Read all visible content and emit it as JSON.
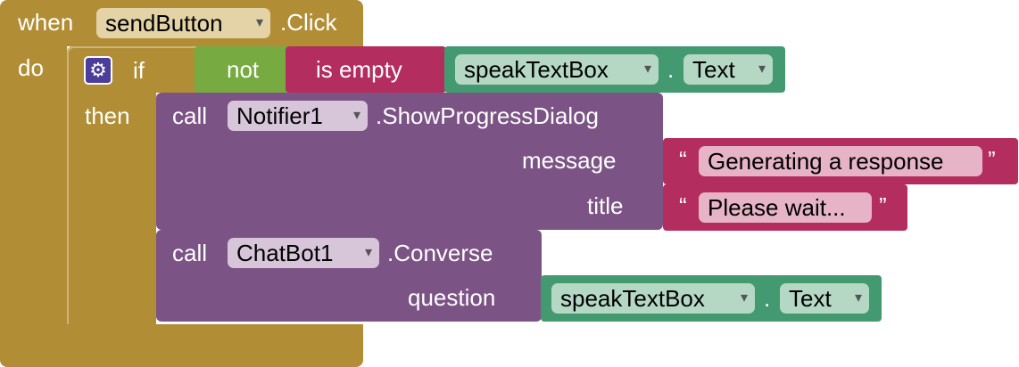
{
  "colors": {
    "event": "#b18e35",
    "control": "#b18e35",
    "logic": "#77ab41",
    "text": "#b32d5e",
    "component": "#7c5385",
    "getter": "#439970",
    "field_event": "#e3d3a6",
    "field_component": "#d7c6da",
    "field_getter": "#b5d8c5",
    "field_text": "#e6b4c6"
  },
  "event_block": {
    "when_label": "when",
    "component": "sendButton",
    "event": ".Click",
    "do_label": "do"
  },
  "if_block": {
    "icon": "gear-icon",
    "if_label": "if",
    "then_label": "then"
  },
  "condition": {
    "not_label": "not",
    "is_empty_label": "is empty",
    "component": "speakTextBox",
    "dot": ".",
    "property": "Text"
  },
  "notifier_call": {
    "call_label": "call",
    "component": "Notifier1",
    "method": ".ShowProgressDialog",
    "message_label": "message",
    "title_label": "title",
    "message_value": "Generating a response",
    "title_value": "Please wait...",
    "open_quote": "“",
    "close_quote": "”"
  },
  "chatbot_call": {
    "call_label": "call",
    "component": "ChatBot1",
    "method": ".Converse",
    "question_label": "question",
    "arg_component": "speakTextBox",
    "dot": ".",
    "arg_property": "Text"
  },
  "dropdown_arrow": "▾"
}
